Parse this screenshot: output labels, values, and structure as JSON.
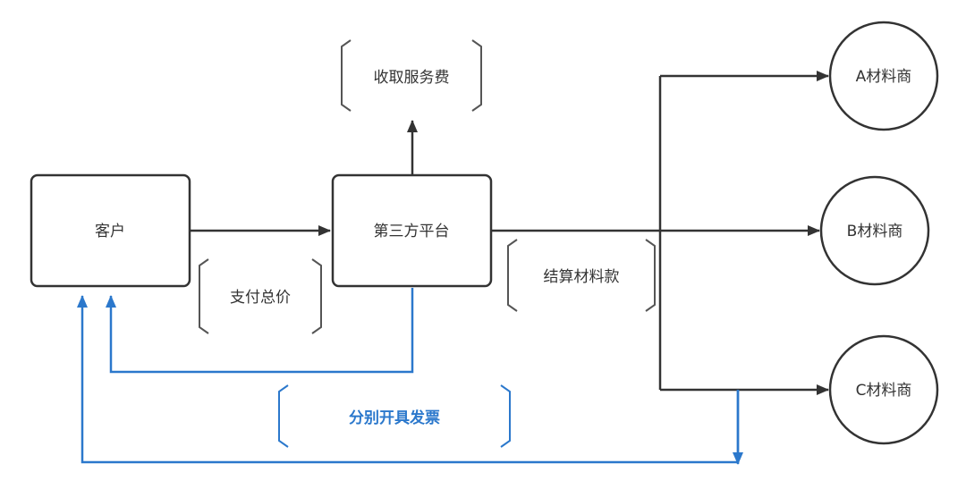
{
  "nodes": {
    "customer": "客户",
    "platform": "第三方平台",
    "supplier_a": "A材料商",
    "supplier_b": "B材料商",
    "supplier_c": "C材料商"
  },
  "notes": {
    "service_fee": "收取服务费",
    "pay_total": "支付总价",
    "settle_material": "结算材料款",
    "separate_invoices": "分别开具发票"
  },
  "colors": {
    "line": "#333333",
    "invoice_accent": "#2b78cc"
  }
}
